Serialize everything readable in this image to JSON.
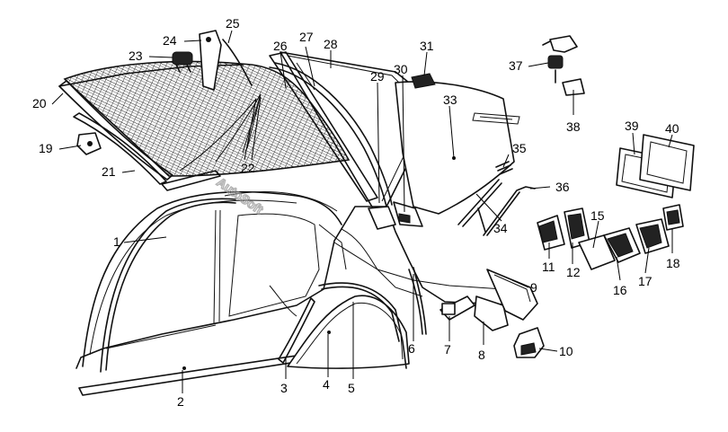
{
  "watermark": "AutoSoft",
  "callouts": [
    "1",
    "2",
    "3",
    "4",
    "5",
    "6",
    "7",
    "8",
    "9",
    "10",
    "11",
    "12",
    "15",
    "16",
    "17",
    "18",
    "19",
    "20",
    "21",
    "22",
    "23",
    "24",
    "25",
    "26",
    "27",
    "28",
    "29",
    "30",
    "31",
    "33",
    "34",
    "35",
    "36",
    "37",
    "38",
    "39",
    "40"
  ]
}
